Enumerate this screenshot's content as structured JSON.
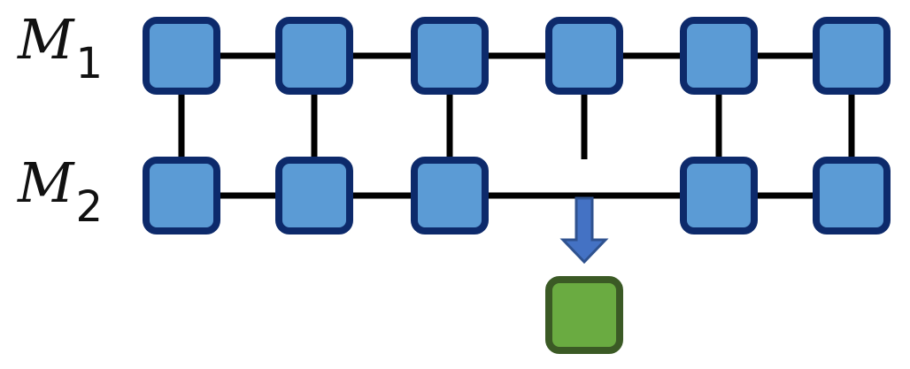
{
  "rows": [
    {
      "name": "M",
      "subscript": "1"
    },
    {
      "name": "M",
      "subscript": "2"
    }
  ],
  "grid": {
    "columns": 6,
    "removed_column": 3
  },
  "colors": {
    "node_fill": "#5b9bd5",
    "node_border": "#0d2a6b",
    "edge": "#000000",
    "output_fill": "#6aab41",
    "output_border": "#3b5a25",
    "arrow_fill": "#4472c4",
    "arrow_border": "#2f528f"
  },
  "icons": {
    "arrow": "down-arrow-icon"
  }
}
